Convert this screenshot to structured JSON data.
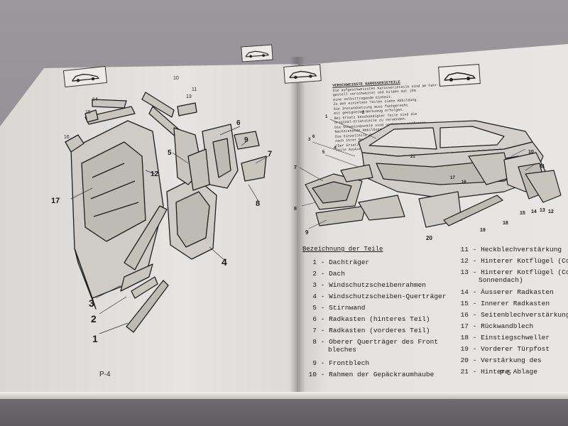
{
  "left_page": {
    "page_number": "P-4",
    "callouts": [
      "1",
      "2",
      "3",
      "4",
      "5",
      "6",
      "7",
      "8",
      "9",
      "10",
      "11",
      "12",
      "13",
      "14",
      "15",
      "16",
      "17"
    ]
  },
  "right_page": {
    "page_number": "P-5",
    "intro_title": "VERSCHWEISSTE KAROSSERIETEILE",
    "intro_lines": [
      "Die aufgeschweissten Karosserieteile sind am Fahr-",
      "gestell verschweisst und bilden mit ihm",
      "eine selbsttragende Einheit.",
      "Zu den einzelnen Teilen siehe Abbildung.",
      "Die Instandsetzung muss fachgerecht",
      "mit geeignetem Werkzeug erfolgen.",
      "Bei Ersatz beschaedigter Teile sind die",
      "Original-Ersatzteile zu verwenden.",
      "Die Schweisspunkte sind vorher zu entfernen.",
      "Nachstehende Abbildung gibt einen Ueberblick.",
      "Die Einzelteile der Karosserie sind",
      "nach ihrer Bezeichnung aufgefuehrt.",
      "(Der Ersatzteilkatalog gibt Ihnen",
      "Teile Auskunft)"
    ],
    "callouts": [
      "1",
      "2",
      "3",
      "4",
      "5",
      "6",
      "7",
      "8",
      "9",
      "10",
      "11",
      "12",
      "13",
      "14",
      "15",
      "16",
      "17",
      "18",
      "19",
      "20",
      "21"
    ],
    "parts_heading": "Bezeichnung der Teile",
    "parts_left": [
      {
        "n": "1",
        "label": "Dachträger"
      },
      {
        "n": "2",
        "label": "Dach"
      },
      {
        "n": "3",
        "label": "Windschutzscheibenrahmen"
      },
      {
        "n": "4",
        "label": "Windschutzscheiben-Querträger"
      },
      {
        "n": "5",
        "label": "Stirnwand"
      },
      {
        "n": "6",
        "label": "Radkasten (hinteres Teil)"
      },
      {
        "n": "7",
        "label": "Radkasten (vorderes Teil)"
      },
      {
        "n": "8",
        "label": "Oberer Querträger des Front",
        "cont": "bleches"
      },
      {
        "n": "9",
        "label": "Frontblech"
      },
      {
        "n": "10",
        "label": "Rahmen der Gepäckraumhaube"
      }
    ],
    "parts_right": [
      {
        "n": "11",
        "label": "Heckblechverstärkung"
      },
      {
        "n": "12",
        "label": "Hinterer Kotflügel (Coach)"
      },
      {
        "n": "13",
        "label": "Hinterer Kotflügel (Coupé u",
        "cont": "Sonnendach)"
      },
      {
        "n": "14",
        "label": "Äusserer Radkasten"
      },
      {
        "n": "15",
        "label": "Innerer Radkasten"
      },
      {
        "n": "16",
        "label": "Seitenblechverstärkung"
      },
      {
        "n": "17",
        "label": "Rückwandblech"
      },
      {
        "n": "18",
        "label": "Einstiegschweller"
      },
      {
        "n": "19",
        "label": "Vorderer Türpfost"
      },
      {
        "n": "20",
        "label": "Verstärkung des"
      },
      {
        "n": "21",
        "label": "Hintere Ablage"
      }
    ]
  }
}
